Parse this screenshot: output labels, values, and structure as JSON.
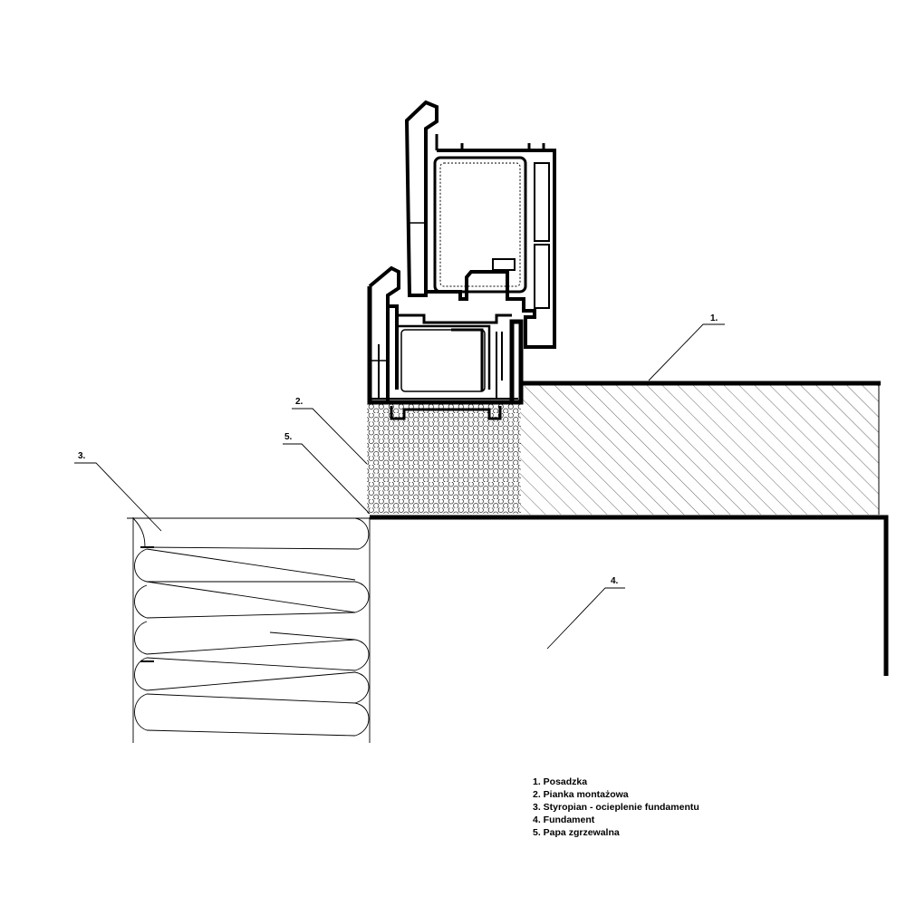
{
  "callouts": {
    "c1": "1.",
    "c2": "2.",
    "c3": "3.",
    "c4": "4.",
    "c5": "5."
  },
  "legend": [
    "1. Posadzka",
    "2. Pianka montażowa",
    "3. Styropian - ocieplenie fundamentu",
    "4. Fundament",
    "5. Papa zgrzewalna"
  ],
  "colors": {
    "line": "#000000",
    "background": "#ffffff"
  }
}
